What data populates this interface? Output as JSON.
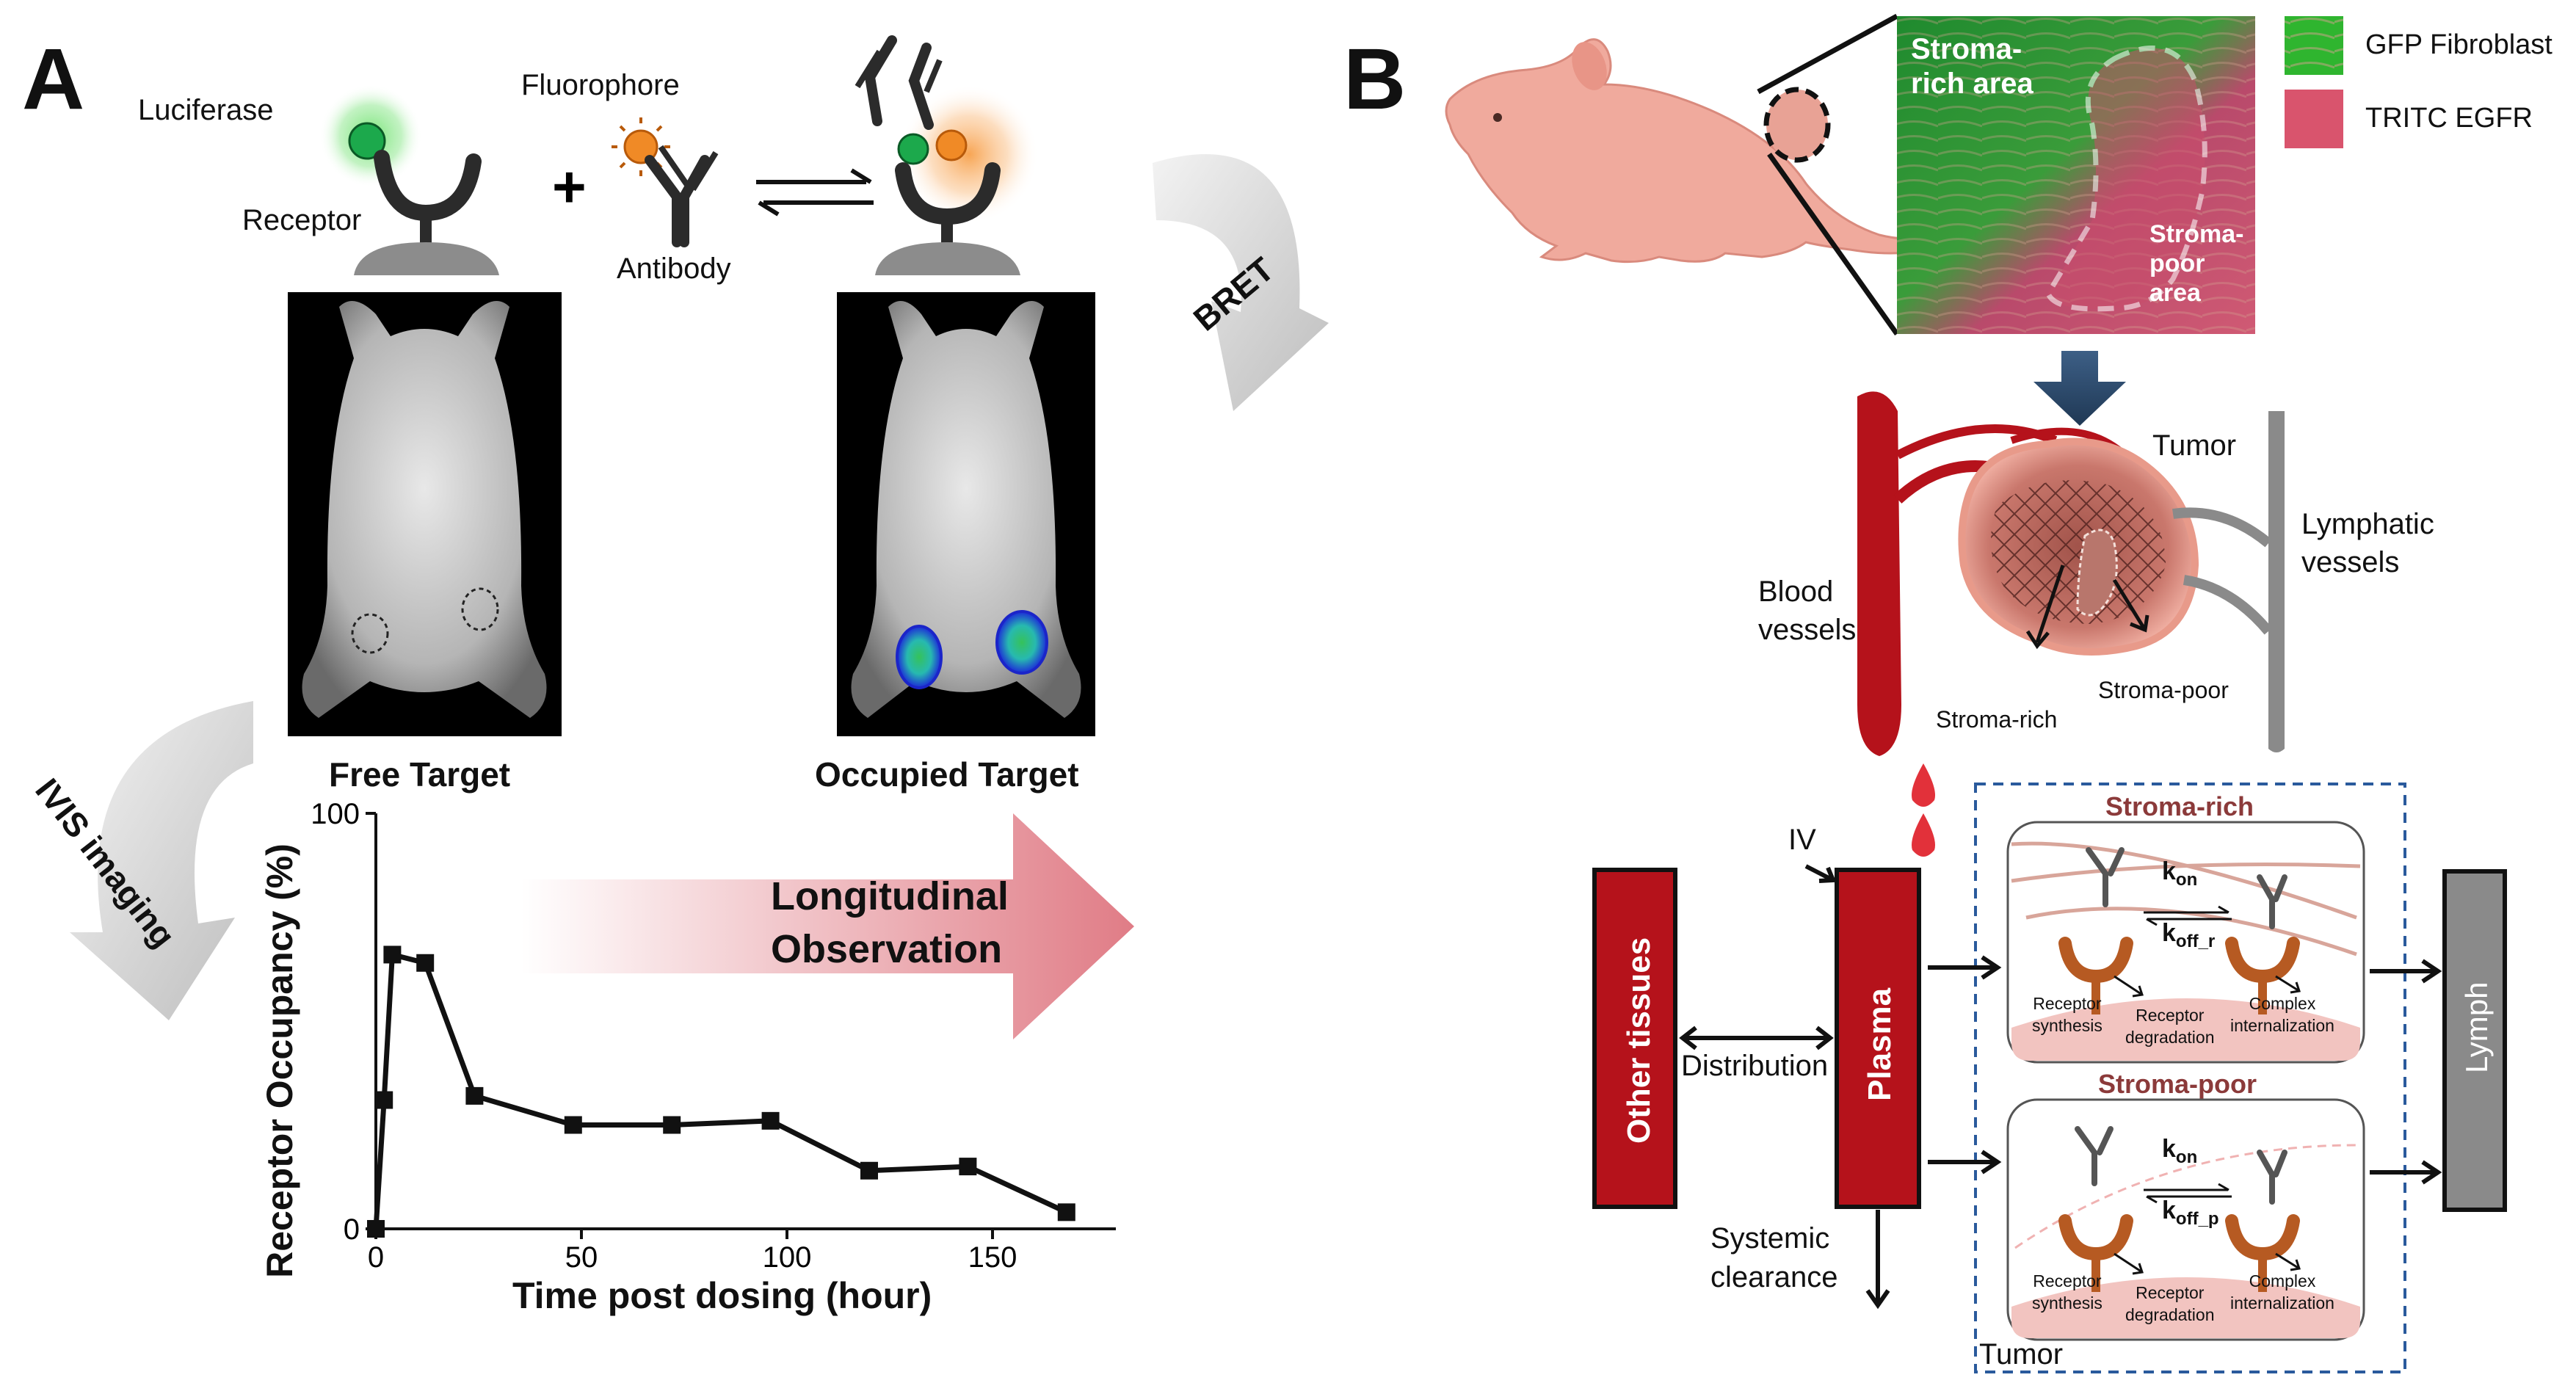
{
  "panel_a": {
    "letter": "A",
    "schematic": {
      "luciferase": "Luciferase",
      "receptor": "Receptor",
      "fluorophore": "Fluorophore",
      "antibody": "Antibody",
      "plus": "+",
      "bret": "BRET",
      "ivis": "IVIS imaging"
    },
    "photos": {
      "free": "Free Target",
      "occupied": "Occupied Target"
    },
    "arrow_text_line1": "Longitudinal",
    "arrow_text_line2": "Observation"
  },
  "panel_b": {
    "letter": "B",
    "micrograph": {
      "stroma_rich_line1": "Stroma-",
      "stroma_rich_line2": "rich area",
      "stroma_poor_line1": "Stroma-",
      "stroma_poor_line2": "poor",
      "stroma_poor_line3": "area"
    },
    "legend": [
      {
        "label": "GFP Fibroblast",
        "color": "#2fb52f"
      },
      {
        "label": "TRITC EGFR",
        "color": "#d9546d"
      }
    ],
    "tumor_diagram": {
      "tumor": "Tumor",
      "lymphatic_line1": "Lymphatic",
      "lymphatic_line2": "vessels",
      "blood_line1": "Blood",
      "blood_line2": "vessels",
      "stroma_rich": "Stroma-rich",
      "stroma_poor": "Stroma-poor"
    },
    "model": {
      "iv": "IV",
      "other_tissues": "Other tissues",
      "plasma": "Plasma",
      "lymph": "Lymph",
      "distribution": "Distribution",
      "systemic_line1": "Systemic",
      "systemic_line2": "clearance",
      "tumor": "Tumor",
      "rich_title": "Stroma-rich",
      "poor_title": "Stroma-poor",
      "kon": "k",
      "kon_sub": "on",
      "koff": "k",
      "koff_r_sub": "off_r",
      "koff_p_sub": "off_p",
      "receptor_synthesis_1": "Receptor",
      "receptor_synthesis_2": "synthesis",
      "receptor_degradation_1": "Receptor",
      "receptor_degradation_2": "degradation",
      "complex_1": "Complex",
      "complex_2": "internalization"
    },
    "colors": {
      "compartment_red": "#b5121b",
      "lymph_gray": "#8a8a8a",
      "dashed_border": "#2a5a9c",
      "stroma_title": "#8b3a3a"
    }
  },
  "chart_data": {
    "type": "line",
    "xlabel": "Time post dosing (hour)",
    "ylabel": "Receptor Occupancy (%)",
    "xlim": [
      0,
      180
    ],
    "ylim": [
      0,
      100
    ],
    "xticks": [
      0,
      50,
      100,
      150
    ],
    "yticks": [
      0,
      100
    ],
    "grid": false,
    "series": [
      {
        "x": [
          0,
          2,
          4,
          12,
          24,
          48,
          72,
          96,
          120,
          144,
          168
        ],
        "y": [
          0,
          31,
          66,
          64,
          32,
          25,
          25,
          26,
          14,
          15,
          4
        ]
      }
    ]
  }
}
